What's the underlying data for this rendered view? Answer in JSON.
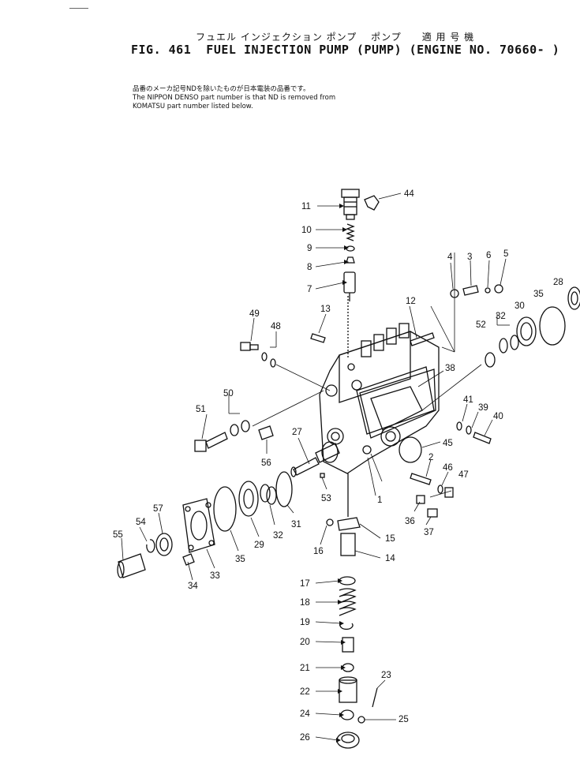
{
  "header": {
    "japanese_title": "フュエル インジェクション ポンプ　 ポンプ　　適 用 号 機",
    "figure_title": "FIG. 461  FUEL INJECTION PUMP (PUMP) (ENGINE NO. 70660- )"
  },
  "notes": [
    "品番のメーカ記号NDを除いたものが日本電装の品番です。",
    "The NIPPON DENSO part number is that ND is removed from",
    "KOMATSU part number listed below."
  ],
  "callouts": [
    "1",
    "2",
    "3",
    "4",
    "5",
    "6",
    "7",
    "8",
    "9",
    "10",
    "11",
    "12",
    "13",
    "14",
    "15",
    "16",
    "17",
    "18",
    "19",
    "20",
    "21",
    "22",
    "23",
    "24",
    "25",
    "26",
    "27",
    "28",
    "29",
    "30",
    "31",
    "32",
    "32",
    "33",
    "34",
    "35",
    "35",
    "36",
    "37",
    "38",
    "39",
    "40",
    "41",
    "44",
    "45",
    "46",
    "47",
    "48",
    "49",
    "50",
    "51",
    "52",
    "53",
    "54",
    "55",
    "56",
    "57"
  ]
}
